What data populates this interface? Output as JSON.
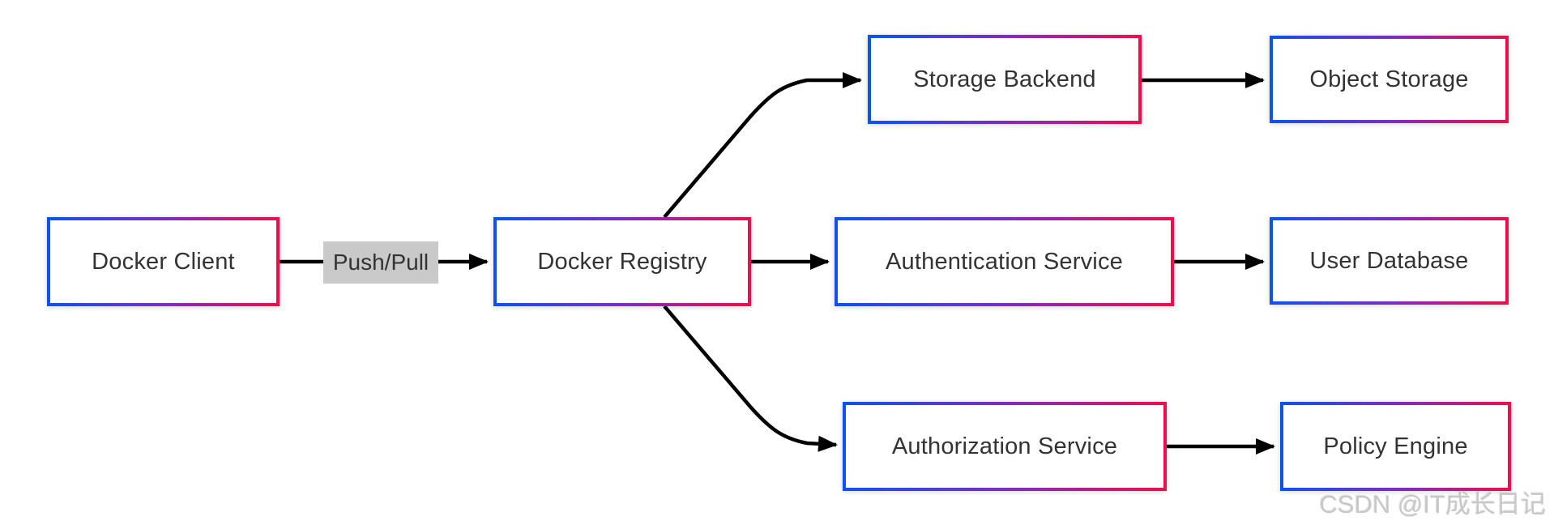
{
  "diagram": {
    "nodes": {
      "docker_client": {
        "label": "Docker Client"
      },
      "docker_registry": {
        "label": "Docker Registry"
      },
      "storage_backend": {
        "label": "Storage Backend"
      },
      "object_storage": {
        "label": "Object Storage"
      },
      "authentication_service": {
        "label": "Authentication Service"
      },
      "user_database": {
        "label": "User Database"
      },
      "authorization_service": {
        "label": "Authorization Service"
      },
      "policy_engine": {
        "label": "Policy Engine"
      }
    },
    "edges": [
      {
        "from": "docker_client",
        "to": "docker_registry",
        "label": "Push/Pull"
      },
      {
        "from": "docker_registry",
        "to": "storage_backend",
        "label": ""
      },
      {
        "from": "docker_registry",
        "to": "authentication_service",
        "label": ""
      },
      {
        "from": "docker_registry",
        "to": "authorization_service",
        "label": ""
      },
      {
        "from": "storage_backend",
        "to": "object_storage",
        "label": ""
      },
      {
        "from": "authentication_service",
        "to": "user_database",
        "label": ""
      },
      {
        "from": "authorization_service",
        "to": "policy_engine",
        "label": ""
      }
    ],
    "edge_label": "Push/Pull",
    "colors": {
      "node_border_gradient_start": "#0d52f0",
      "node_border_gradient_mid": "#7b2dc4",
      "node_border_gradient_end": "#ec0e4e",
      "node_background": "#ffffff",
      "node_text": "#333333",
      "connector": "#000000",
      "edge_label_background": "#c9c9c9",
      "watermark_text": "#c3c3c3"
    }
  },
  "watermark": {
    "text": "CSDN @IT成长日记"
  }
}
